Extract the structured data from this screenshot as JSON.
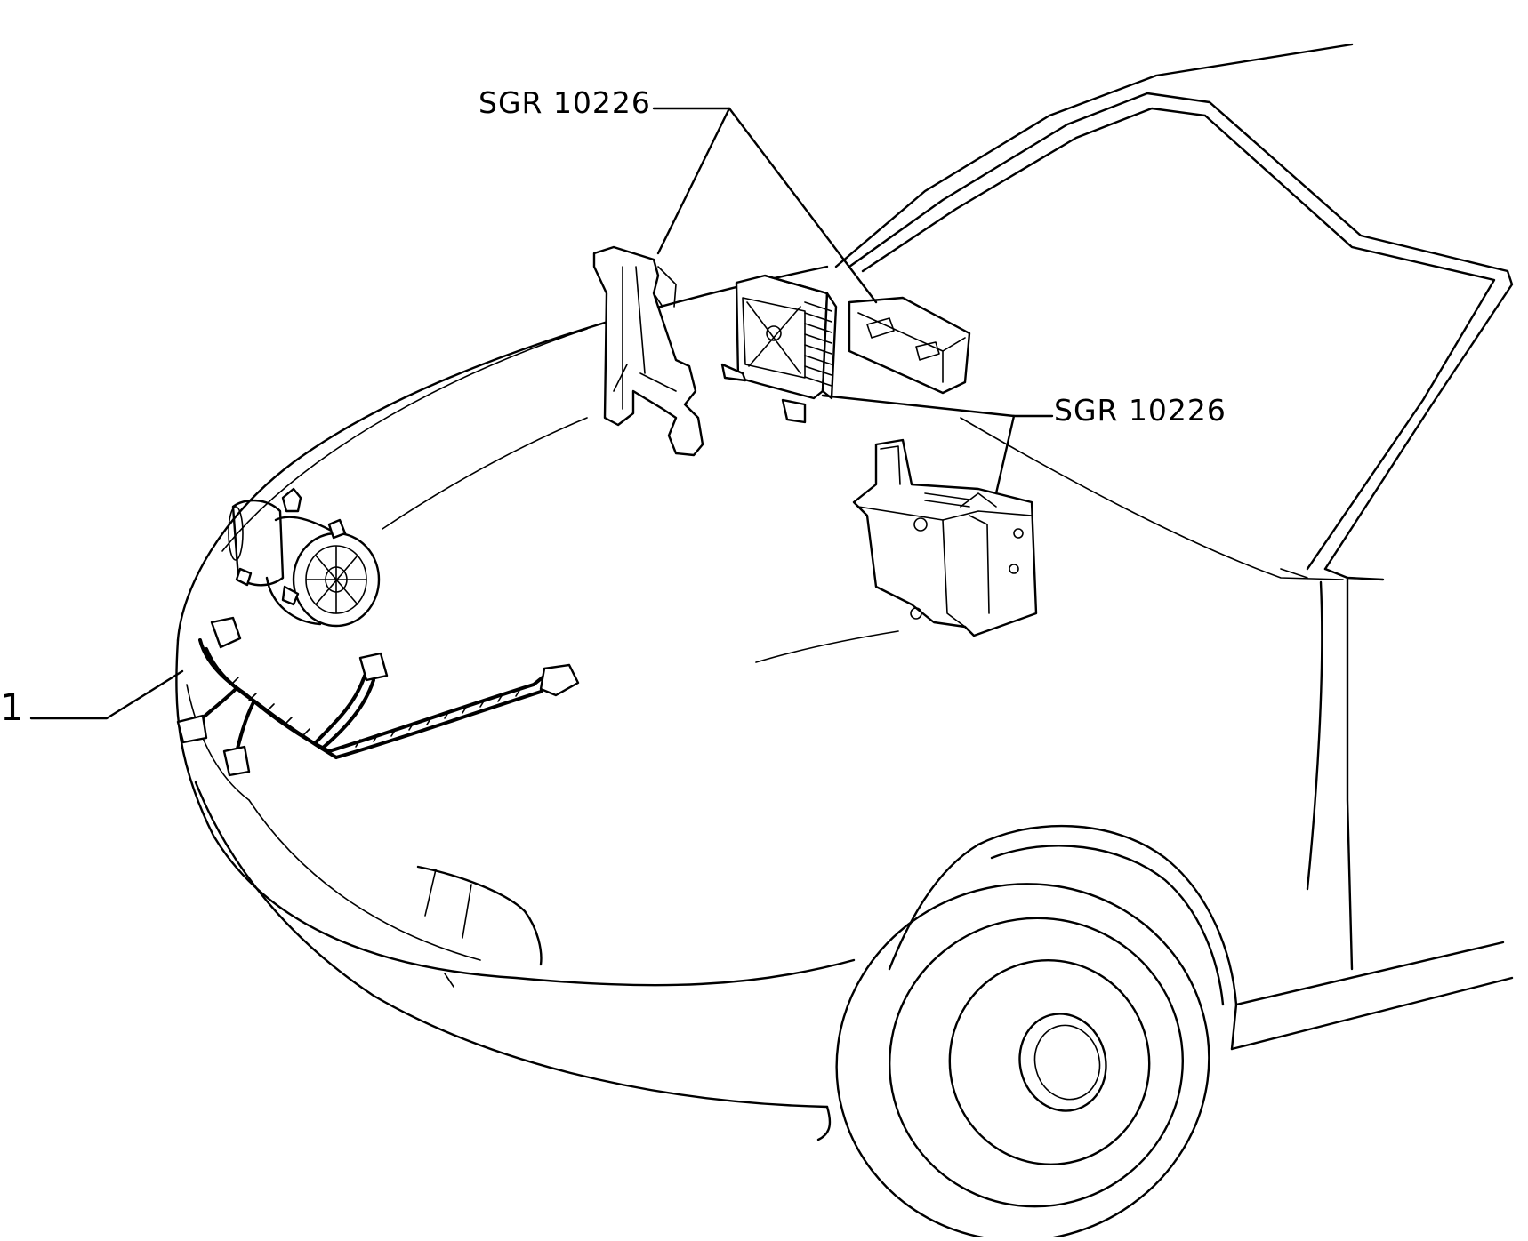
{
  "labels": {
    "sgr_top": "SGR 10226",
    "sgr_right": "SGR 10226",
    "part_1": "1"
  },
  "colors": {
    "line": "#000000",
    "background": "#ffffff"
  }
}
